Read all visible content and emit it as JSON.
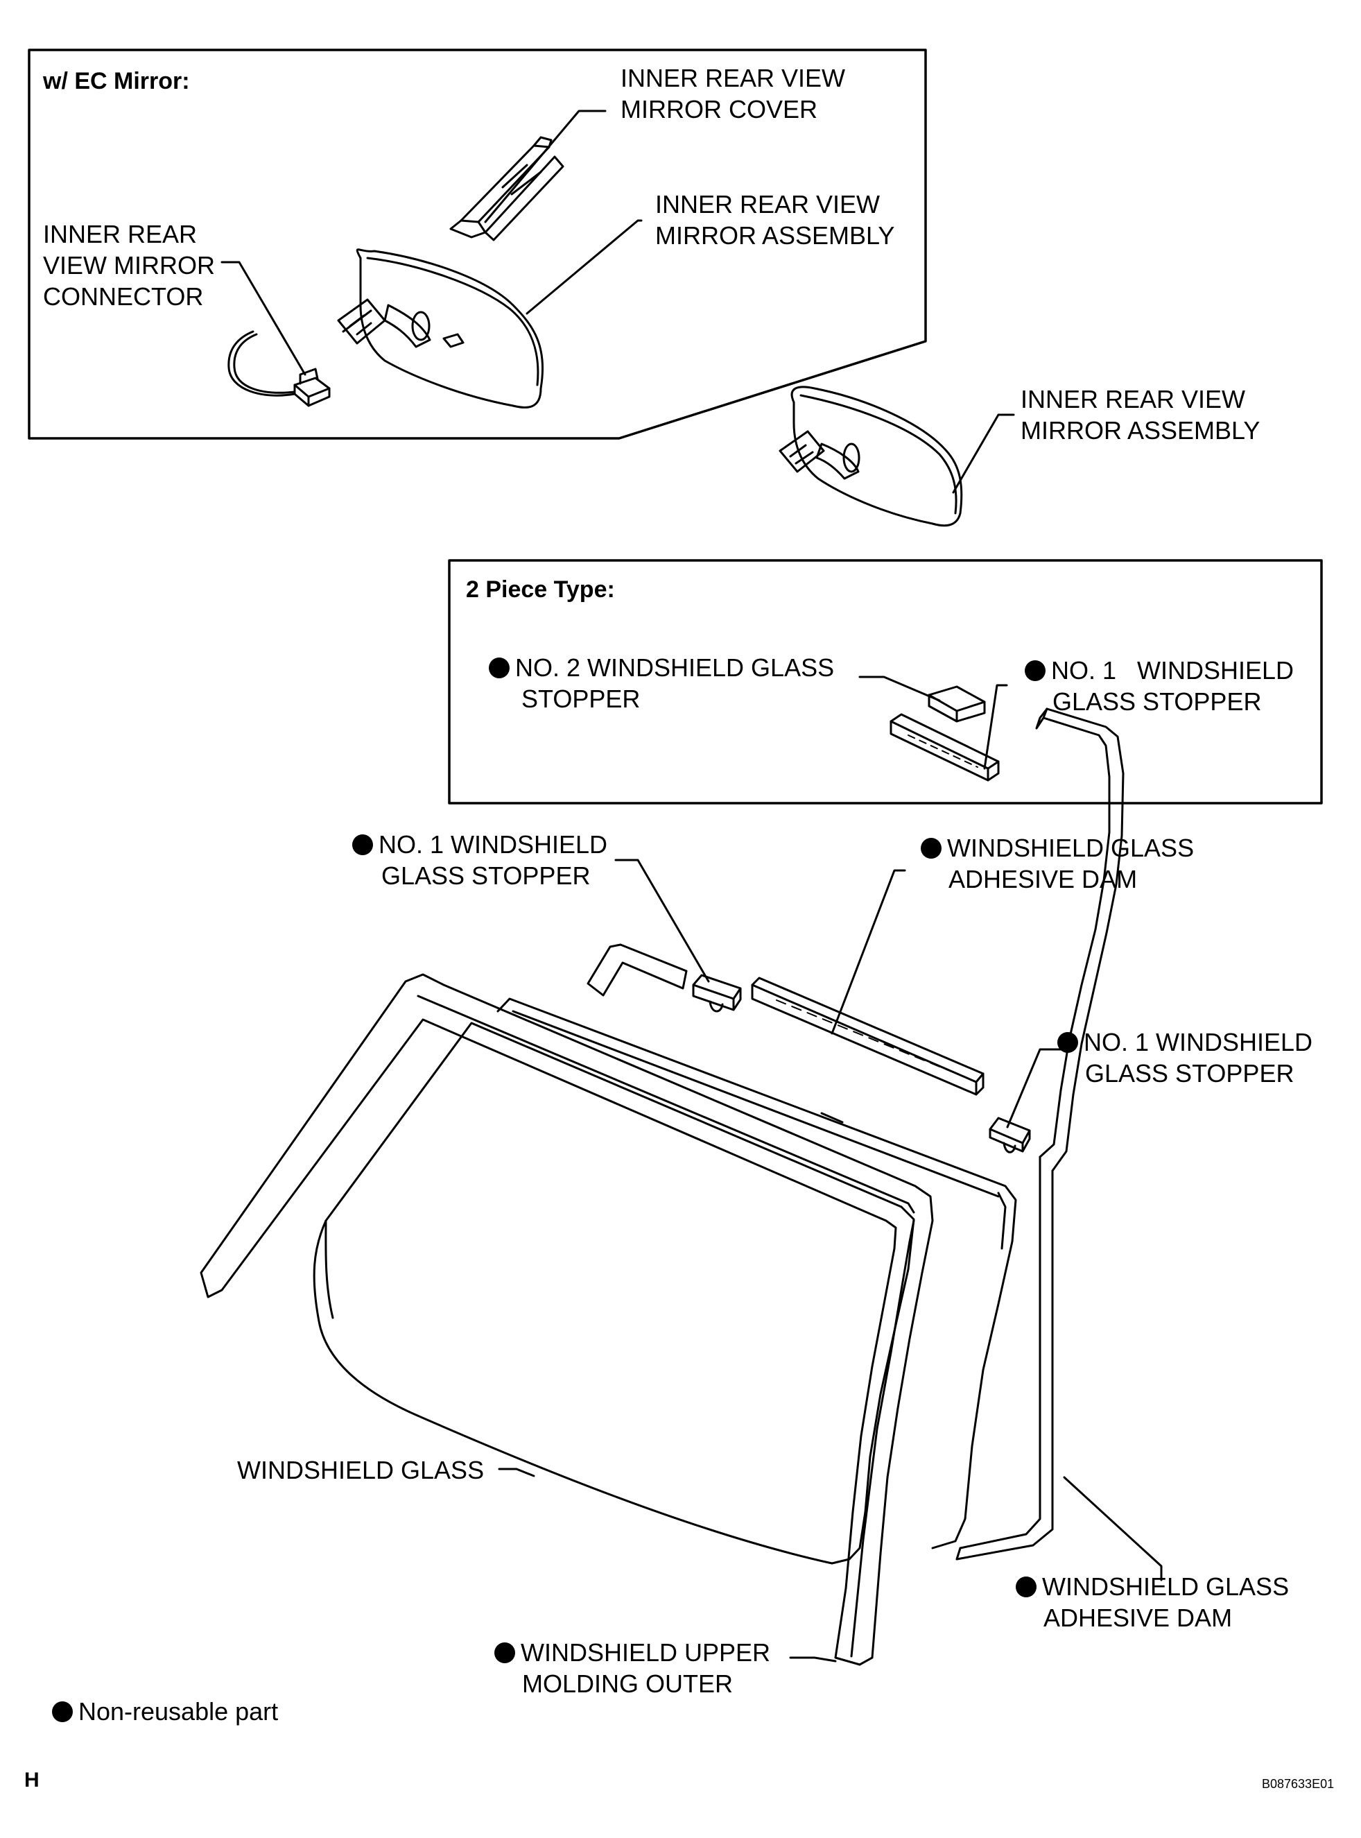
{
  "panels": {
    "ec_mirror_title": "w/ EC Mirror:",
    "two_piece_title": "2 Piece Type:"
  },
  "labels": {
    "mirror_cover": [
      "INNER REAR VIEW",
      "MIRROR COVER"
    ],
    "mirror_assembly_ec": [
      "INNER REAR VIEW",
      "MIRROR ASSEMBLY"
    ],
    "mirror_connector": [
      "INNER REAR",
      "VIEW MIRROR",
      "CONNECTOR"
    ],
    "mirror_assembly": [
      "INNER REAR VIEW",
      "MIRROR ASSEMBLY"
    ],
    "no2_stopper_box": [
      "NO. 2 WINDSHIELD GLASS",
      "STOPPER"
    ],
    "no1_stopper_box": [
      "NO. 1   WINDSHIELD",
      "GLASS STOPPER"
    ],
    "no1_stopper_left": [
      "NO. 1 WINDSHIELD",
      "GLASS STOPPER"
    ],
    "adhesive_dam_top": [
      "WINDSHIELD GLASS",
      "ADHESIVE DAM"
    ],
    "no1_stopper_right": [
      "NO. 1 WINDSHIELD",
      "GLASS STOPPER"
    ],
    "windshield_glass": "WINDSHIELD GLASS",
    "upper_molding": [
      "WINDSHIELD UPPER",
      "MOLDING OUTER"
    ],
    "adhesive_dam_bottom": [
      "WINDSHIELD GLASS",
      "ADHESIVE DAM"
    ]
  },
  "legend": {
    "non_reusable": "Non-reusable part"
  },
  "footer": {
    "corner_letter": "H",
    "figure_code": "B087633E01"
  },
  "icons": {
    "non_reusable_marker": "filled-black-circle"
  }
}
